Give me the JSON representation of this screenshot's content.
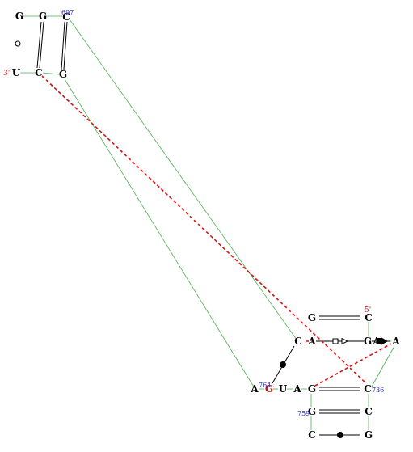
{
  "colors": {
    "backbone": "#4caf50",
    "pair": "#000000",
    "tertiary": "#dd1111",
    "number": "#1a1acc",
    "highlight": "#cc1111"
  },
  "residues": {
    "g_tl1": "G",
    "g_tl2": "G",
    "c_697": "C",
    "u_3end": "U",
    "c_bl": "C",
    "g_bl": "G",
    "g_r1": "G",
    "c_5end": "C",
    "c_mid": "C",
    "a_mid": "A",
    "g_r2": "G",
    "a_r2": "A",
    "a_far": "A",
    "a_764": "A",
    "g_764": "G",
    "u_lo": "U",
    "a_lo": "A",
    "g_lo": "G",
    "c_736": "C",
    "g_759": "G",
    "c_r5": "C",
    "c_bot": "C",
    "g_bot": "G"
  },
  "labels": {
    "n697": "697",
    "n736": "736",
    "n759": "759",
    "n764": "764",
    "three_prime": "3'",
    "five_prime": "5'"
  }
}
